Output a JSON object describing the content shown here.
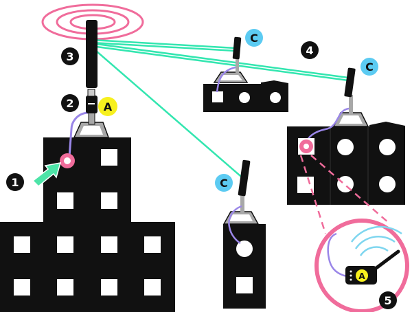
{
  "colors": {
    "building": "#111111",
    "window": "#ffffff",
    "link": "#33e6b0",
    "signal_pink": "#f06c9b",
    "signal_blue": "#7fd6ef",
    "cable": "#9a86e8",
    "mount": "#a8a8a8",
    "badge_a": "#f7f01e",
    "badge_c": "#5ccbf2",
    "number_bg": "#111111",
    "arrow": "#4de4a8"
  },
  "icons": {
    "antenna": "antenna-icon",
    "access_point": "access-point-icon",
    "wifi": "wifi-signal-icon",
    "arrow": "arrow-icon"
  },
  "numbers": {
    "n1": "1",
    "n2": "2",
    "n3": "3",
    "n4": "4",
    "n5": "5"
  },
  "badges": {
    "a_main": "A",
    "a_zoom": "A",
    "c_top": "C",
    "c_right": "C",
    "c_bottom": "C"
  }
}
